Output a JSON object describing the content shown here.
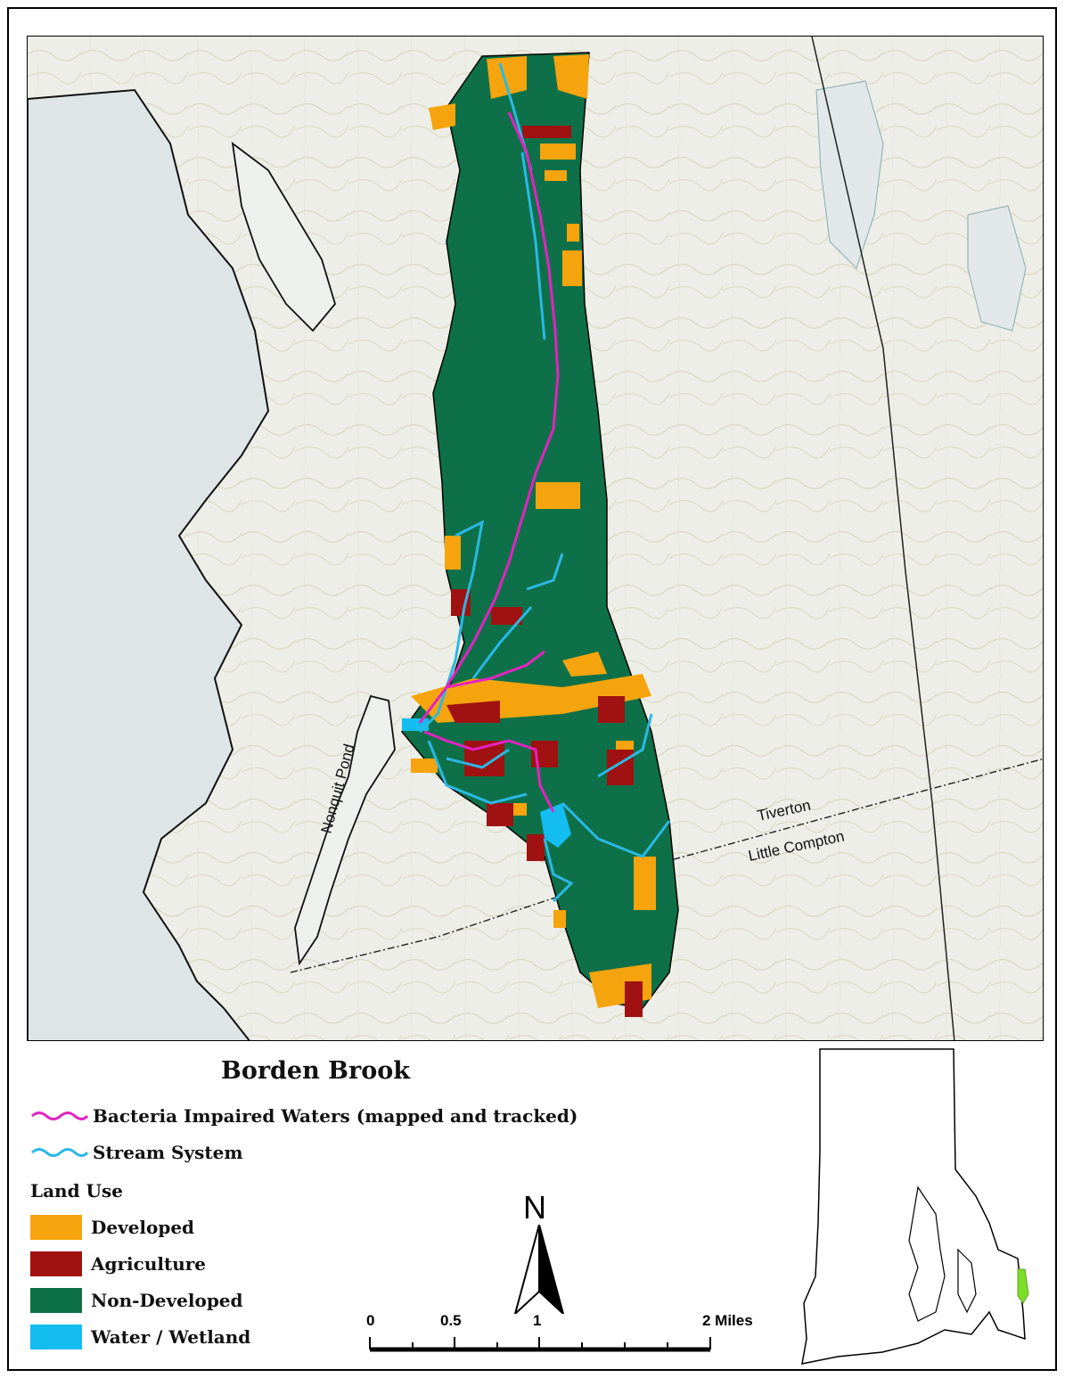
{
  "map": {
    "title": "Borden Brook",
    "place_labels": {
      "tiverton": "Tiverton",
      "little_compton": "Little Compton",
      "nonquit_pond": "Nonquit Pond"
    },
    "colors": {
      "developed": "#f5a40d",
      "agriculture": "#a01111",
      "non_developed": "#0e7048",
      "water_wetland": "#13bdf0",
      "bacteria_impaired": "#e223c2",
      "stream": "#2bb8e6",
      "inset_highlight": "#7dde2a"
    }
  },
  "legend": {
    "lines": [
      {
        "label": "Bacteria Impaired Waters (mapped and tracked)",
        "color": "#e223c2"
      },
      {
        "label": "Stream System",
        "color": "#2bb8e6"
      }
    ],
    "land_use_heading": "Land Use",
    "land_use": [
      {
        "label": "Developed",
        "color": "#f5a40d"
      },
      {
        "label": "Agriculture",
        "color": "#a01111"
      },
      {
        "label": "Non-Developed",
        "color": "#0e7048"
      },
      {
        "label": "Water / Wetland",
        "color": "#13bdf0"
      }
    ]
  },
  "north_arrow": {
    "label": "N"
  },
  "scale_bar": {
    "labels": [
      "0",
      "0.5",
      "1",
      "2 Miles"
    ]
  }
}
